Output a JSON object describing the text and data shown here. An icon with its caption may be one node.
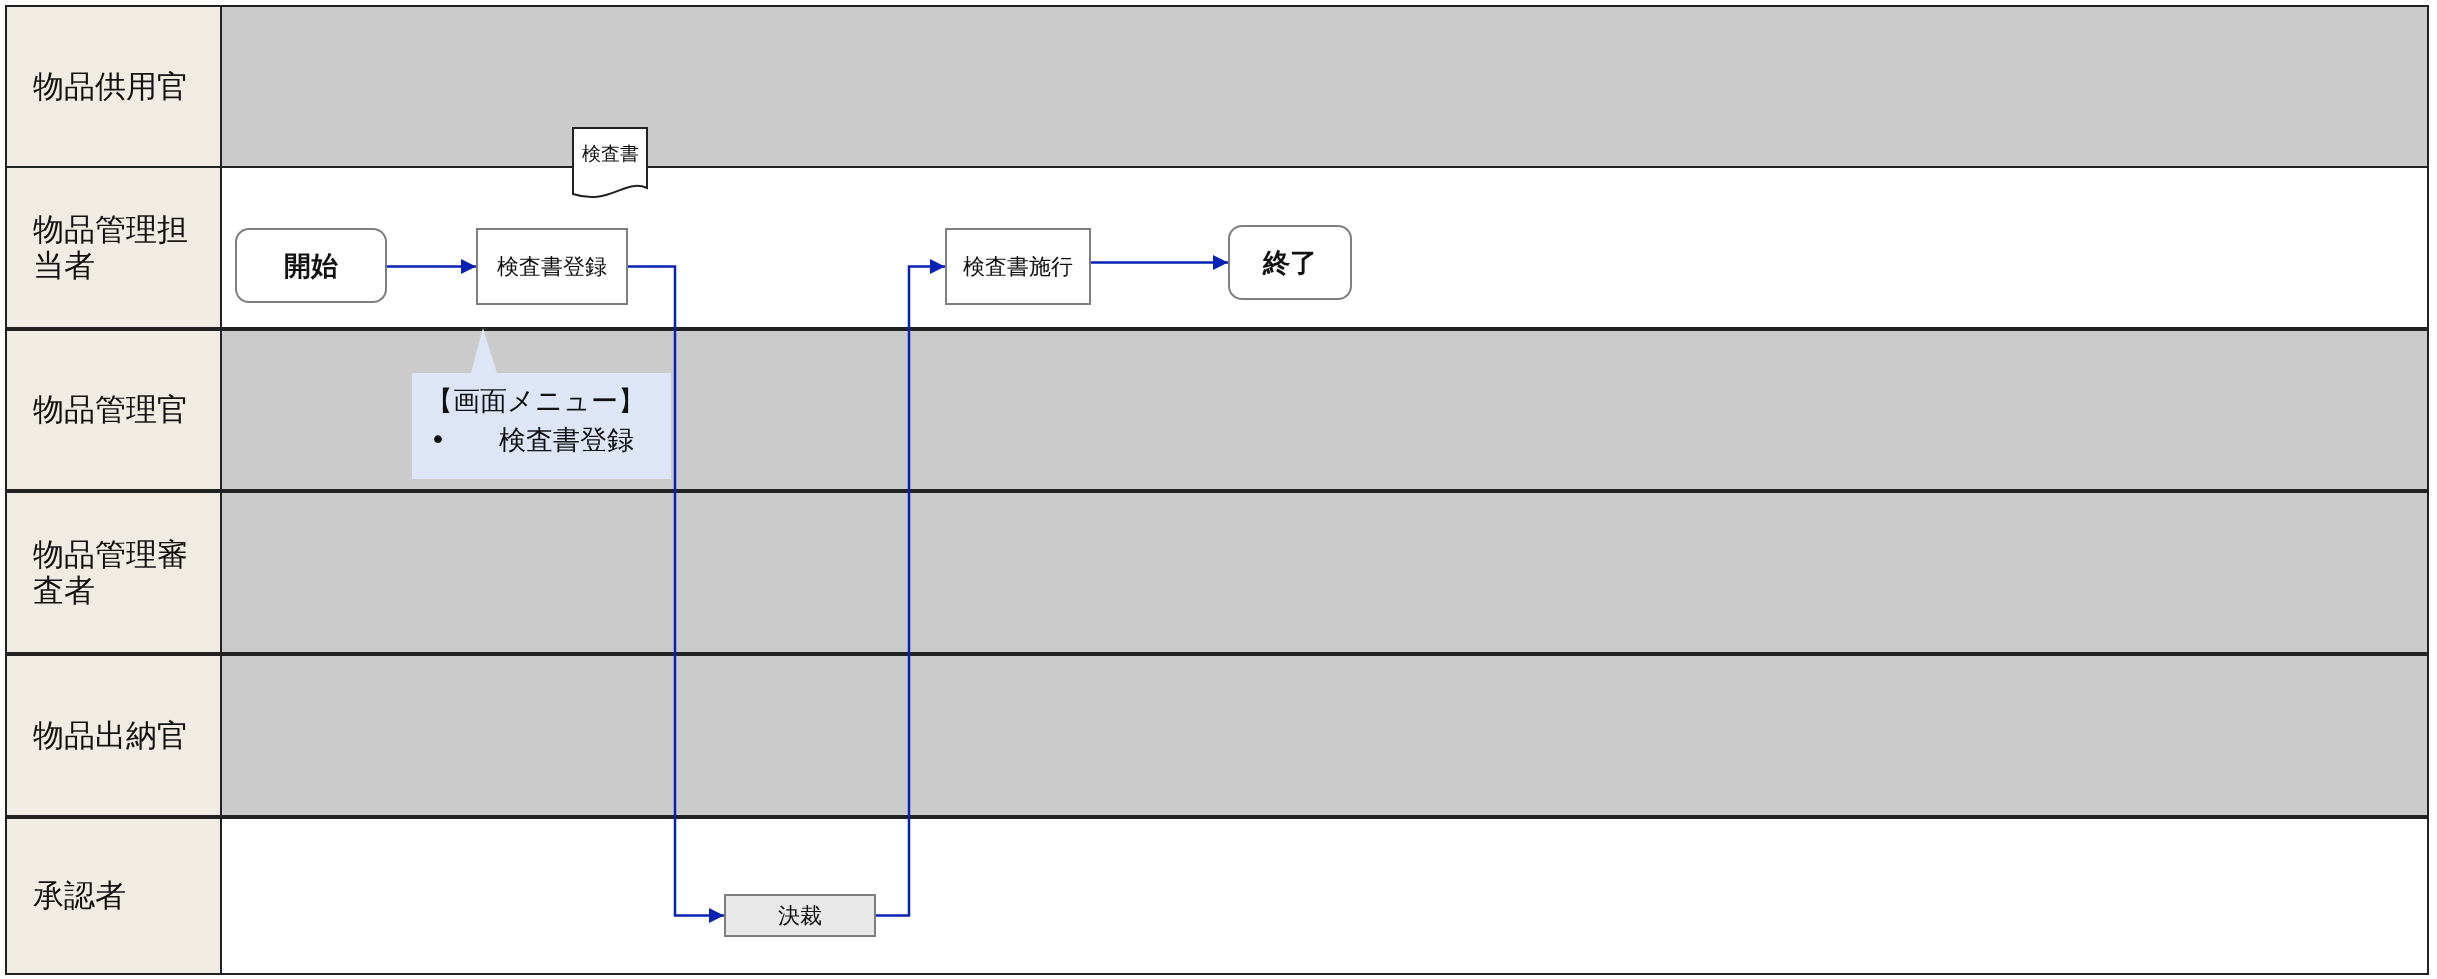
{
  "diagram": {
    "nodes": [
      {
        "text": [
          "物品供用官"
        ]
      },
      {
        "text": [
          "物品管理担当者"
        ]
      },
      {
        "text": [
          "物品管理官"
        ]
      },
      {
        "text": [
          "物品管理審査者"
        ]
      },
      {
        "text": [
          "物品出納官"
        ]
      },
      {
        "text": [
          "承認者"
        ]
      },
      {
        "text": [
          "開始"
        ]
      },
      {
        "text": [
          "検査書登録"
        ]
      },
      {
        "text": [
          "検査書施行"
        ]
      },
      {
        "text": [
          "終了"
        ]
      },
      {
        "text": [
          "決裁"
        ]
      },
      {
        "text": [
          "検査書"
        ]
      },
      {
        "text": [
          "【画面メニュー】",
          "• 検査書登録"
        ]
      }
    ],
    "edges": [
      {
        "from": 6,
        "to": 7,
        "arrow": "to"
      },
      {
        "from": 7,
        "to": 10,
        "arrow": "to"
      },
      {
        "from": 10,
        "to": 8,
        "arrow": "to"
      },
      {
        "from": 8,
        "to": 9,
        "arrow": "to"
      }
    ]
  }
}
